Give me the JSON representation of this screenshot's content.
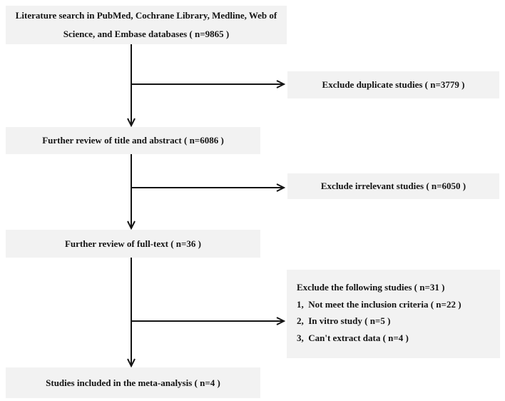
{
  "colors": {
    "background": "#ffffff",
    "box_fill": "#f2f2f2",
    "text": "#141414",
    "line": "#141414"
  },
  "flowchart": {
    "search": {
      "lines": [
        "Literature search in PubMed, Cochrane Library, Medline, Web of",
        "Science, and Embase databases ( n=9865 )"
      ]
    },
    "exclude_duplicates": {
      "text": "Exclude duplicate studies ( n=3779 )"
    },
    "title_abstract": {
      "text": "Further review of title and abstract ( n=6086 )"
    },
    "exclude_irrelevant": {
      "text": "Exclude irrelevant studies ( n=6050 )"
    },
    "full_text": {
      "text": "Further review of full-text ( n=36 )"
    },
    "exclude_full_text": {
      "title": "Exclude the following studies ( n=31 )",
      "items": [
        "1、Not meet the inclusion criteria ( n=22 )",
        "2、In vitro study ( n=5 )",
        "3、Can't extract data ( n=4 )"
      ]
    },
    "included": {
      "text": "Studies included in the meta-analysis ( n=4 )"
    }
  }
}
